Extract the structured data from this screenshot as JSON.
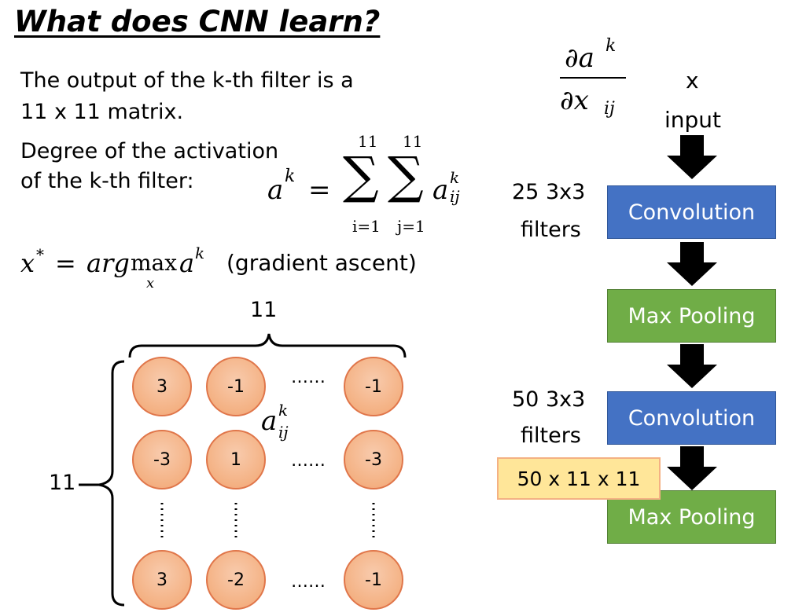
{
  "title": "What does CNN learn?",
  "left_text": {
    "line1": "The output of the k-th filter is a",
    "line2": "11 x 11 matrix.",
    "line3": "Degree of the activation",
    "line4": "of the k-th filter:"
  },
  "formula_ak": {
    "lhs": "a",
    "lhs_sup": "k",
    "equals": "=",
    "sigma": "∑",
    "sum1_upper": "11",
    "sum1_lower": "i=1",
    "sum2_upper": "11",
    "sum2_lower": "j=1",
    "term": "a",
    "term_sup": "k",
    "term_sub": "ij"
  },
  "formula_argmax": {
    "lhs": "x",
    "lhs_sup": "*",
    "equals": "=",
    "func": "arg",
    "max": "max",
    "max_sub": "x",
    "arg": "a",
    "arg_sup": "k",
    "note": "(gradient ascent)"
  },
  "matrix": {
    "width_label": "11",
    "height_label": "11",
    "rows": [
      [
        "3",
        "-1",
        "-1"
      ],
      [
        "-3",
        "1",
        "-3"
      ],
      [
        "3",
        "-2",
        "-1"
      ]
    ],
    "ellipsis_h": "……",
    "element_label": "a",
    "element_sup": "k",
    "element_sub": "ij"
  },
  "derivative": {
    "num": "∂a",
    "num_sup": "k",
    "den": "∂x",
    "den_sub": "ij"
  },
  "pipeline": {
    "input_var": "x",
    "input_label": "input",
    "layer1_note": "25 3x3",
    "layer1_note2": "filters",
    "conv1": "Convolution",
    "pool1": "Max Pooling",
    "layer2_note": "50 3x3",
    "layer2_note2": "filters",
    "conv2": "Convolution",
    "output_shape": "50 x 11 x 11",
    "pool2": "Max Pooling"
  },
  "colors": {
    "neuron_fill": "#f4b183",
    "neuron_stroke": "#e0764a",
    "conv": "#4472c4",
    "pool": "#70ad47",
    "highlight": "#ffe699"
  }
}
